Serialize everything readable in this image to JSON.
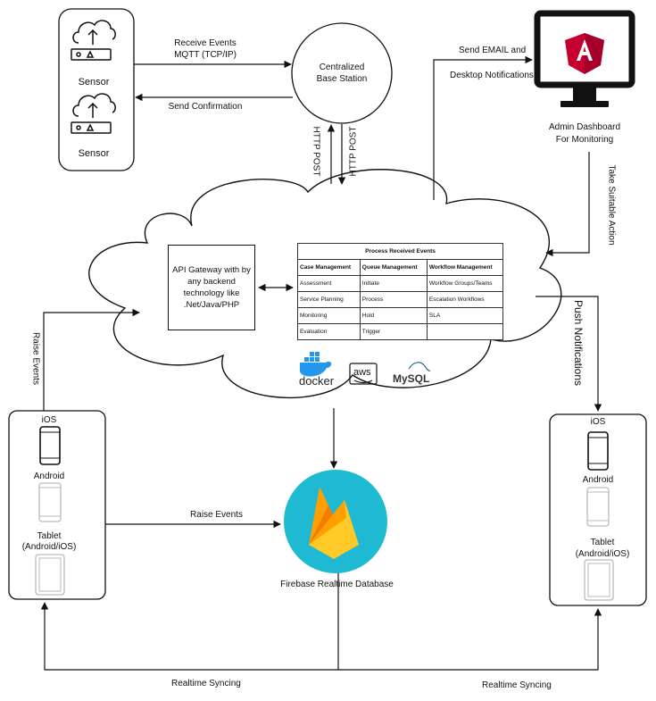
{
  "sensors": {
    "sensor1_label": "Sensor",
    "sensor2_label": "Sensor"
  },
  "base_station": {
    "line1": "Centralized",
    "line2": "Base Station"
  },
  "edges": {
    "receive_events_line1": "Receive Events",
    "receive_events_line2": "MQTT (TCP/IP)",
    "send_confirmation": "Send Confirmation",
    "http_post_left": "HTTP POST",
    "http_post_right": "HTTP POST",
    "send_email_line1": "Send EMAIL and",
    "send_email_line2": "Desktop Notifications",
    "take_action": "Take Suitable Action",
    "push_notifications": "Push Notifications",
    "raise_events_vertical": "Raise Events",
    "raise_events_horizontal": "Raise Events",
    "realtime_sync_left": "Realtime Syncing",
    "realtime_sync_right": "Realtime Syncing"
  },
  "admin": {
    "line1": "Admin Dashboard",
    "line2": "For Monitoring"
  },
  "api_gateway": {
    "line1": "API Gateway with by",
    "line2": "any backend",
    "line3": "technology like",
    "line4": ".Net/Java/PHP"
  },
  "process_table": {
    "title": "Process Received Events",
    "headers": [
      "Case Management",
      "Queue Management",
      "Workflow Management"
    ],
    "rows": [
      [
        "Assessment",
        "Initiate",
        "Workflow Groups/Teams"
      ],
      [
        "Service Planning",
        "Process",
        "Escalation Workflows"
      ],
      [
        "Monitoring",
        "Hold",
        "SLA"
      ],
      [
        "Evaluation",
        "Trigger",
        ""
      ]
    ]
  },
  "tech_logos": {
    "docker": "docker",
    "aws": "aws",
    "mysql": "MySQL"
  },
  "firebase": {
    "label": "Firebase Realtime Database"
  },
  "device_left": {
    "ios": "iOS",
    "android": "Android",
    "tablet_line1": "Tablet",
    "tablet_line2": "(Android/iOS)"
  },
  "device_right": {
    "ios": "iOS",
    "android": "Android",
    "tablet_line1": "Tablet",
    "tablet_line2": "(Android/iOS)"
  },
  "colors": {
    "firebase_circle": "#1fb9d3",
    "angular_red": "#c3002f",
    "docker_blue": "#2396ed",
    "mysql_blue": "#00618a"
  }
}
